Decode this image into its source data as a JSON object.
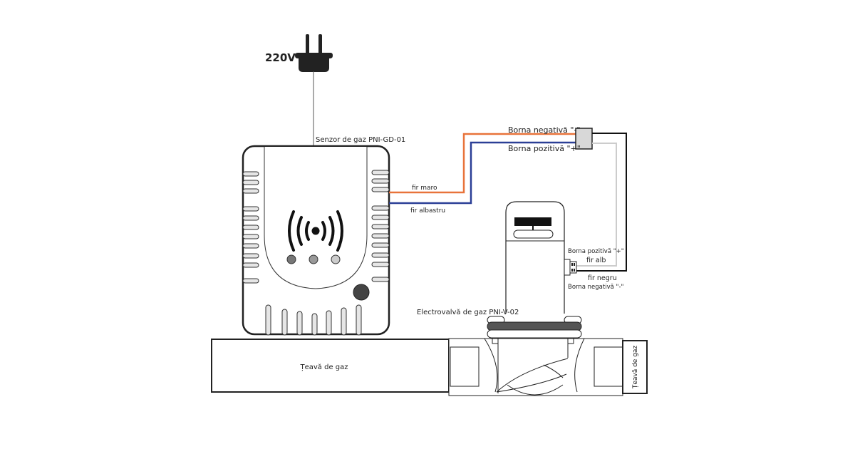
{
  "title": "Schemă conectare senzor de gaz și electrovalvă",
  "power": {
    "label": "220V"
  },
  "sensor": {
    "label": "Senzor de gaz PNI-GD-01"
  },
  "wires": {
    "brown": {
      "label": "fir maro",
      "color": "#e8733a"
    },
    "blue": {
      "label": "fir albastru",
      "color": "#2b3f96"
    },
    "white": {
      "label": "fir alb",
      "color": "#cccccc"
    },
    "black": {
      "label": "fir negru",
      "color": "#111111"
    }
  },
  "junction": {
    "negative_label": "Borna negativă \"-\"",
    "positive_label": "Borna pozitivă \"+\""
  },
  "valve": {
    "label": "Electrovalvă de gaz PNI-V-02",
    "positive_label": "Borna pozitivă \"+\"",
    "negative_label": "Borna negativă \"-\""
  },
  "pipe": {
    "left_label": "Țeavă de gaz",
    "right_label": "Țeavă de gaz"
  }
}
